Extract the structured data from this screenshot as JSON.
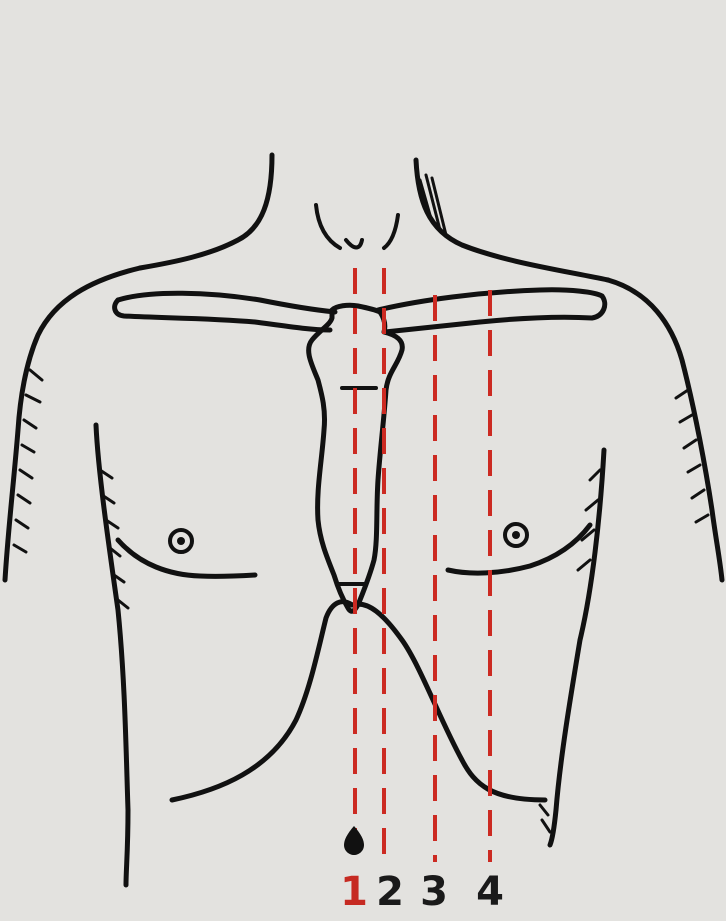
{
  "diagram": {
    "line_labels": [
      "1",
      "2",
      "3",
      "4"
    ],
    "colors": {
      "background": "#e3e2df",
      "ink": "#111111",
      "guide_line": "#cc2a22",
      "label_1": "#c62a22",
      "label_other": "#1a1a1a"
    }
  }
}
